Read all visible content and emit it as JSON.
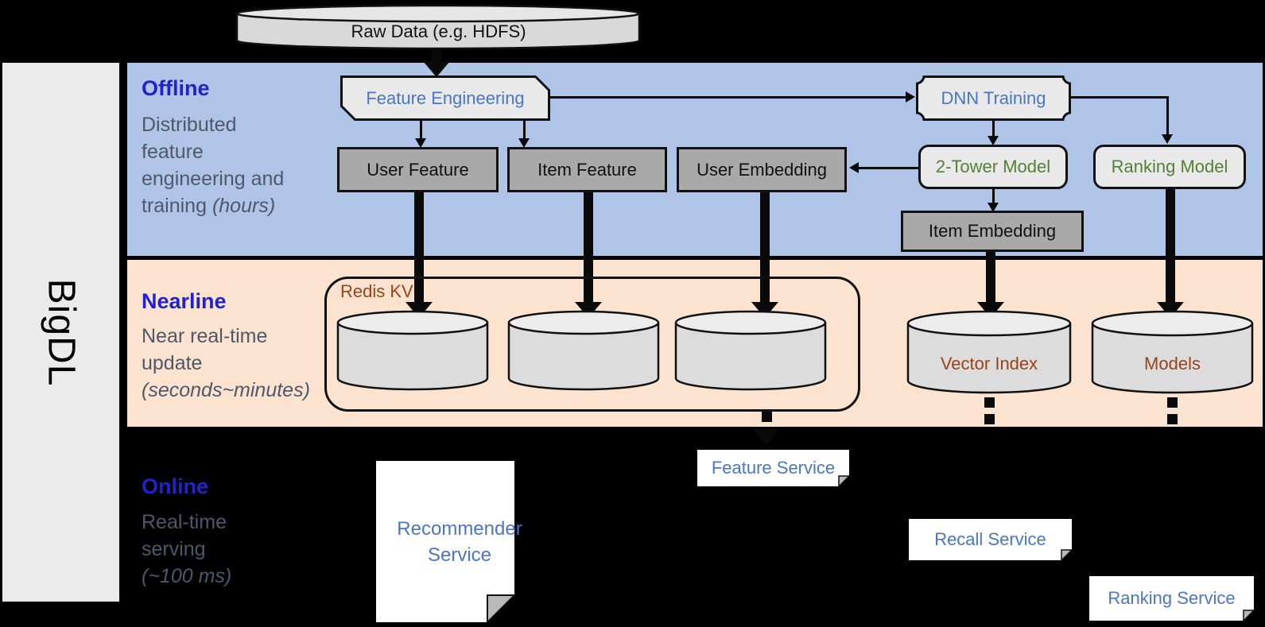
{
  "brand": {
    "label": "BigDL"
  },
  "raw_data": {
    "label": "Raw Data (e.g. HDFS)"
  },
  "sections": {
    "offline": {
      "title": "Offline",
      "desc_line1": "Distributed",
      "desc_line2": "feature",
      "desc_line3": "engineering and",
      "desc_line4": "training ",
      "desc_line4_italic": "(hours)"
    },
    "nearline": {
      "title": "Nearline",
      "desc_line1": "Near real-time",
      "desc_line2": "update",
      "desc_italic": "(seconds~minutes)"
    },
    "online": {
      "title": "Online",
      "desc_line1": "Real-time",
      "desc_line2": "serving",
      "desc_italic": "(~100 ms)"
    }
  },
  "nodes": {
    "feature_engineering": "Feature Engineering",
    "dnn_training": "DNN Training",
    "user_feature": "User Feature",
    "item_feature": "Item Feature",
    "user_embedding": "User Embedding",
    "two_tower_model": "2-Tower Model",
    "ranking_model": "Ranking Model",
    "item_embedding": "Item Embedding",
    "redis_kv": "Redis KV",
    "vector_index": "Vector Index",
    "models": "Models",
    "recommender_service": "Recommender Service",
    "feature_service": "Feature Service",
    "recall_service": "Recall Service",
    "ranking_service": "Ranking Service"
  },
  "colors": {
    "band_offline": "#afc4e7",
    "band_nearline": "#fbe3d0",
    "sidebar_gray": "#ebebeb",
    "heading_blue": "#2222cc",
    "subtitle_gray": "#4e586b",
    "node_label_blue": "#4a76c4",
    "model_green": "#538135",
    "storage_brown": "#9a4416",
    "box_gray": "#a9a9a9",
    "shape_light_gray": "#e9e9e9"
  }
}
